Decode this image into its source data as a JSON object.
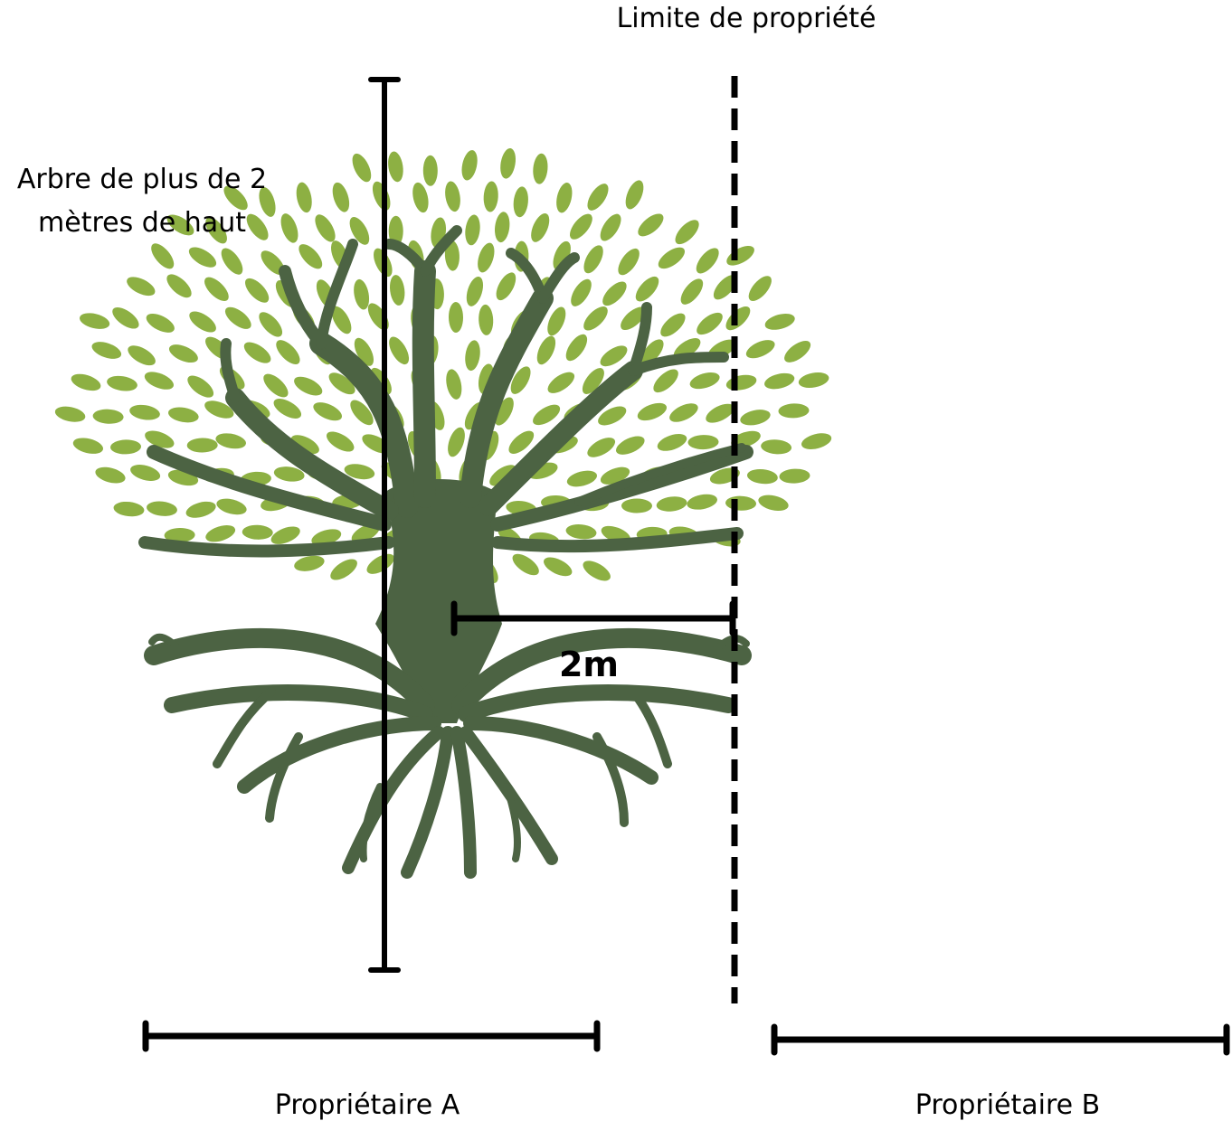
{
  "labels": {
    "boundary": "Limite de propriété",
    "tree_line1": "Arbre de plus de 2",
    "tree_line2": "mètres de haut",
    "distance": "2m",
    "owner_a": "Propriétaire A",
    "owner_b": "Propriétaire B"
  },
  "colors": {
    "trunk": "#4c6343",
    "leaf": "#8db043",
    "line": "#000000"
  },
  "icons": {
    "tree": "tree-with-roots-icon"
  }
}
